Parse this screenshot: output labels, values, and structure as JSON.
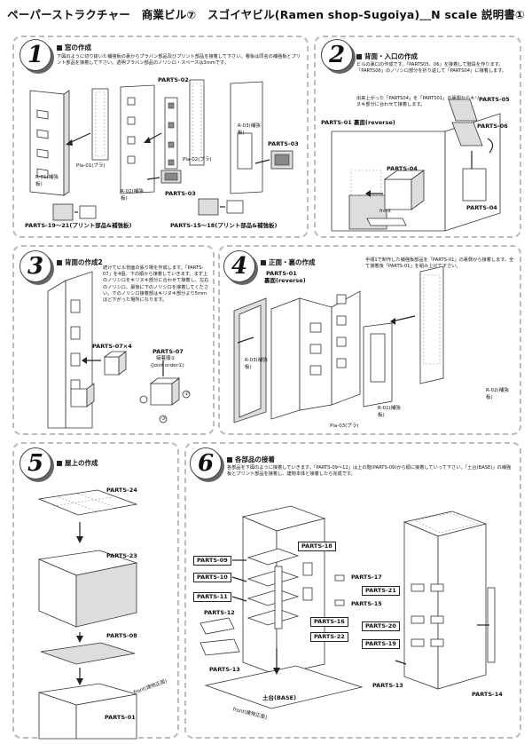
{
  "title": "ペーパーストラクチャー　商業ビル⑦　スゴイヤビル(Ramen shop-Sugoiya)＿N scale 説明書①",
  "steps": [
    {
      "number": "1",
      "heading": "窓の作成",
      "text": "下図のように切り抜いた補強板の裏からプラバン部品及びプリント部品を接着して下さい。看板は同名の補強板とプリント部品を接着して下さい。透明プラバン部品のノリシロ・スペースは3mmです。",
      "labels": [
        "PARTS-02",
        "Pla-01(プラ)",
        "R-01(補強板)",
        "R-02(補強板)",
        "PARTS-03",
        "Pla-02(プラ)",
        "R-03(補強板)",
        "PARTS-03",
        "PARTS-19～21(プリント部品&補強板)",
        "PARTS-15～18(プリント部品&補強板)"
      ]
    },
    {
      "number": "2",
      "heading": "背面・入口の作成",
      "text": "ビルの裏口の作成です。「PARTS05、06」を接着して階段を作ります。「PARTS06」のノリシロ部分を折り返して「PARTS04」に接着します。",
      "text2": "出来上がった「PARTS04」を「PARTS01」の裏側からキリヌキ部分に合わせて接着します。",
      "labels": [
        "PARTS-05",
        "PARTS-06",
        "PARTS-01 裏面(reverse)",
        "PARTS-04",
        "PARTS-04",
        "front"
      ]
    },
    {
      "number": "3",
      "heading": "背面の作成2",
      "text": "続けてビル背面の張り場を作成します。「PARTS-07」を4個、下の順から接着していきます。まず上のノリシロをキリヌキ部分に合わせて接着し、左右のノリシロ、最後に下のノリシロを接着してください。下のノリシロ接着部はキリヌキ部分より5mmほど下がった場所になります。",
      "labels": [
        "PARTS-07×4",
        "PARTS-07",
        "接着順①",
        "(Joint order①)",
        "②",
        "③"
      ]
    },
    {
      "number": "4",
      "heading": "正面・裏の作成",
      "text": "手順1で制作した補強板部品を「PARTS-01」の裏側から接着します。全て接着後「PARTS-01」を組み上げて下さい。",
      "labels": [
        "PARTS-01",
        "裏面(reverse)",
        "R-03(補強板)",
        "R-02(補強板)",
        "R-01(補強板)",
        "Pla-03(プラ)"
      ]
    },
    {
      "number": "5",
      "heading": "屋上の作成",
      "labels": [
        "PARTS-24",
        "PARTS-23",
        "PARTS-08",
        "PARTS-01",
        "front(建物正面)"
      ]
    },
    {
      "number": "6",
      "heading": "各部品の接着",
      "text": "各部品を下図のように接着していきます。「PARTS-09～12」は上の階(PARTS-09)から順に接着していって下さい。「土台(BASE)」の補強板とプリント部品を接着し、建物本体と接着したら完成です。",
      "labels": [
        "PARTS-09",
        "PARTS-10",
        "PARTS-11",
        "PARTS-12",
        "PARTS-13",
        "PARTS-18",
        "PARTS-17",
        "PARTS-15",
        "PARTS-16",
        "PARTS-22",
        "PARTS-21",
        "PARTS-20",
        "PARTS-19",
        "PARTS-13",
        "PARTS-14",
        "土台(BASE)",
        "front(建物正面)"
      ]
    }
  ]
}
